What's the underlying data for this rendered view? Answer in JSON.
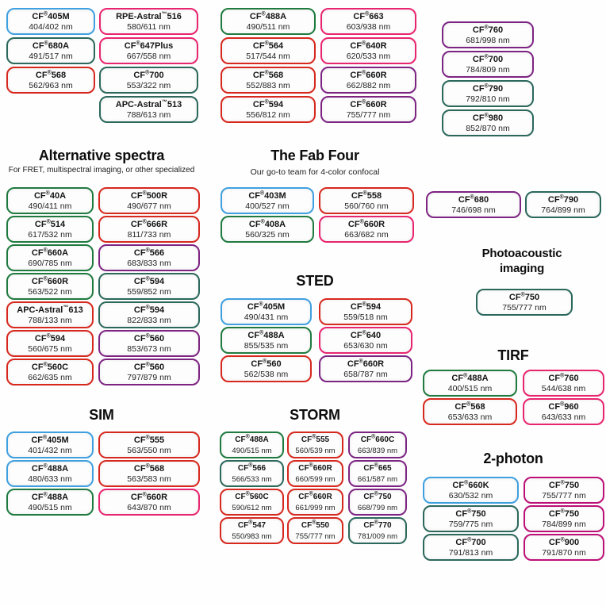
{
  "colors": {
    "blue": "#3fa0e0",
    "green": "#1f7a3f",
    "teal": "#2b685c",
    "red": "#d7281e",
    "pink": "#e9246f",
    "purple": "#7d2483",
    "magenta": "#bc1077"
  },
  "top_block": {
    "col1": [
      {
        "name": "CF®405M",
        "value": "404/402 nm",
        "color": "blue"
      },
      {
        "name": "CF®680A",
        "value": "491/517 nm",
        "color": "teal"
      },
      {
        "name": "CF®568",
        "value": "562/963 nm",
        "color": "red"
      }
    ],
    "col2": [
      {
        "name": "RPE-Astral™516",
        "value": "580/611 nm",
        "color": "pink"
      },
      {
        "name": "CF®647Plus",
        "value": "667/558 nm",
        "color": "pink"
      },
      {
        "name": "CF®700",
        "value": "553/322 nm",
        "color": "teal"
      },
      {
        "name": "APC-Astral™513",
        "value": "788/613 nm",
        "color": "teal"
      }
    ],
    "col3": [
      {
        "name": "CF®488A",
        "value": "490/511 nm",
        "color": "green"
      },
      {
        "name": "CF®564",
        "value": "517/544 nm",
        "color": "red"
      },
      {
        "name": "CF®568",
        "value": "552/883 nm",
        "color": "red"
      },
      {
        "name": "CF®594",
        "value": "556/812 nm",
        "color": "red"
      }
    ],
    "col4": [
      {
        "name": "CF®663",
        "value": "603/938 nm",
        "color": "pink"
      },
      {
        "name": "CF®640R",
        "value": "620/533 nm",
        "color": "pink"
      },
      {
        "name": "CF®660R",
        "value": "662/882 nm",
        "color": "purple"
      },
      {
        "name": "CF®660R",
        "value": "755/777 nm",
        "color": "purple"
      }
    ],
    "col5": [
      {
        "name": "CF®760",
        "value": "681/998 nm",
        "color": "purple"
      },
      {
        "name": "CF®700",
        "value": "784/809 nm",
        "color": "purple"
      },
      {
        "name": "CF®790",
        "value": "792/810 nm",
        "color": "teal"
      },
      {
        "name": "CF®980",
        "value": "852/870 nm",
        "color": "teal"
      }
    ]
  },
  "sections": {
    "alternative_spectra": {
      "title": "Alternative spectra",
      "subtitle": "For FRET, multispectral imaging, or other specialized",
      "col1": [
        {
          "name": "CF®40A",
          "value": "490/411 nm",
          "color": "green"
        },
        {
          "name": "CF®514",
          "value": "617/532 nm",
          "color": "green"
        },
        {
          "name": "CF®660A",
          "value": "690/785 nm",
          "color": "green"
        },
        {
          "name": "CF®660R",
          "value": "563/522 nm",
          "color": "green"
        },
        {
          "name": "APC-Astral™613",
          "value": "788/133 nm",
          "color": "red"
        },
        {
          "name": "CF®594",
          "value": "560/675 nm",
          "color": "red"
        },
        {
          "name": "CF®560C",
          "value": "662/635 nm",
          "color": "red"
        }
      ],
      "col2": [
        {
          "name": "CF®500R",
          "value": "490/677 nm",
          "color": "red"
        },
        {
          "name": "CF®666R",
          "value": "811/733 nm",
          "color": "red"
        },
        {
          "name": "CF®566",
          "value": "683/833 nm",
          "color": "purple"
        },
        {
          "name": "CF®594",
          "value": "559/852 nm",
          "color": "teal"
        },
        {
          "name": "CF®594",
          "value": "822/833 nm",
          "color": "teal"
        },
        {
          "name": "CF®560",
          "value": "853/673 nm",
          "color": "purple"
        },
        {
          "name": "CF®560",
          "value": "797/879 nm",
          "color": "purple"
        }
      ]
    },
    "fab_four": {
      "title": "The Fab Four",
      "subtitle": "Our go-to team for 4-color confocal",
      "col1": [
        {
          "name": "CF®403M",
          "value": "400/527 nm",
          "color": "blue"
        },
        {
          "name": "CF®408A",
          "value": "560/325 nm",
          "color": "green"
        }
      ],
      "col2": [
        {
          "name": "CF®558",
          "value": "560/760 nm",
          "color": "red"
        },
        {
          "name": "CF®660R",
          "value": "663/682 nm",
          "color": "pink"
        }
      ]
    },
    "mid_right": {
      "col1": [
        {
          "name": "CF®680",
          "value": "746/698 nm",
          "color": "purple"
        }
      ],
      "col2": [
        {
          "name": "CF®790",
          "value": "764/899 nm",
          "color": "teal"
        }
      ]
    },
    "sted": {
      "title": "STED",
      "col1": [
        {
          "name": "CF®405M",
          "value": "490/431 nm",
          "color": "blue"
        },
        {
          "name": "CF®488A",
          "value": "855/535 nm",
          "color": "green"
        },
        {
          "name": "CF®560",
          "value": "562/538 nm",
          "color": "red"
        }
      ],
      "col2": [
        {
          "name": "CF®594",
          "value": "559/518 nm",
          "color": "red"
        },
        {
          "name": "CF®640",
          "value": "653/630 nm",
          "color": "pink"
        },
        {
          "name": "CF®660R",
          "value": "658/787 nm",
          "color": "purple"
        }
      ]
    },
    "photoacoustic": {
      "title": "Photoacoustic imaging",
      "col1": [
        {
          "name": "CF®750",
          "value": "755/777 nm",
          "color": "teal"
        }
      ]
    },
    "tirf": {
      "title": "TIRF",
      "col1": [
        {
          "name": "CF®488A",
          "value": "400/515 nm",
          "color": "green"
        },
        {
          "name": "CF®568",
          "value": "653/633 nm",
          "color": "red"
        }
      ],
      "col2": [
        {
          "name": "CF®760",
          "value": "544/638 nm",
          "color": "pink"
        },
        {
          "name": "CF®960",
          "value": "643/633 nm",
          "color": "pink"
        }
      ]
    },
    "sim": {
      "title": "SIM",
      "col1": [
        {
          "name": "CF®405M",
          "value": "401/432 nm",
          "color": "blue"
        },
        {
          "name": "CF®488A",
          "value": "480/633 nm",
          "color": "blue"
        },
        {
          "name": "CF®488A",
          "value": "490/515 nm",
          "color": "green"
        }
      ],
      "col2": [
        {
          "name": "CF®555",
          "value": "563/550 nm",
          "color": "red"
        },
        {
          "name": "CF®568",
          "value": "563/583 nm",
          "color": "red"
        },
        {
          "name": "CF®660R",
          "value": "643/870 nm",
          "color": "pink"
        }
      ]
    },
    "storm": {
      "title": "STORM",
      "col1": [
        {
          "name": "CF®488A",
          "value": "490/515 nm",
          "color": "green"
        },
        {
          "name": "CF®566",
          "value": "566/533 nm",
          "color": "teal"
        },
        {
          "name": "CF®560C",
          "value": "590/612 nm",
          "color": "red"
        },
        {
          "name": "CF®547",
          "value": "550/983 nm",
          "color": "red"
        }
      ],
      "col2": [
        {
          "name": "CF®555",
          "value": "560/539 nm",
          "color": "red"
        },
        {
          "name": "CF®660R",
          "value": "660/599 nm",
          "color": "red"
        },
        {
          "name": "CF®660R",
          "value": "661/999 nm",
          "color": "red"
        },
        {
          "name": "CF®550",
          "value": "755/777 nm",
          "color": "red"
        }
      ],
      "col3": [
        {
          "name": "CF®660C",
          "value": "663/839 nm",
          "color": "purple"
        },
        {
          "name": "CF®665",
          "value": "661/587 nm",
          "color": "purple"
        },
        {
          "name": "CF®750",
          "value": "668/799 nm",
          "color": "purple"
        },
        {
          "name": "CF®770",
          "value": "781/009 nm",
          "color": "teal"
        }
      ]
    },
    "two_photon": {
      "title": "2-photon",
      "col1": [
        {
          "name": "CF®660K",
          "value": "630/532 nm",
          "color": "blue"
        },
        {
          "name": "CF®750",
          "value": "759/775 nm",
          "color": "teal"
        },
        {
          "name": "CF®700",
          "value": "791/813 nm",
          "color": "teal"
        }
      ],
      "col2": [
        {
          "name": "CF®750",
          "value": "755/777 nm",
          "color": "magenta"
        },
        {
          "name": "CF®750",
          "value": "784/899 nm",
          "color": "magenta"
        },
        {
          "name": "CF®900",
          "value": "791/870 nm",
          "color": "magenta"
        }
      ]
    }
  }
}
